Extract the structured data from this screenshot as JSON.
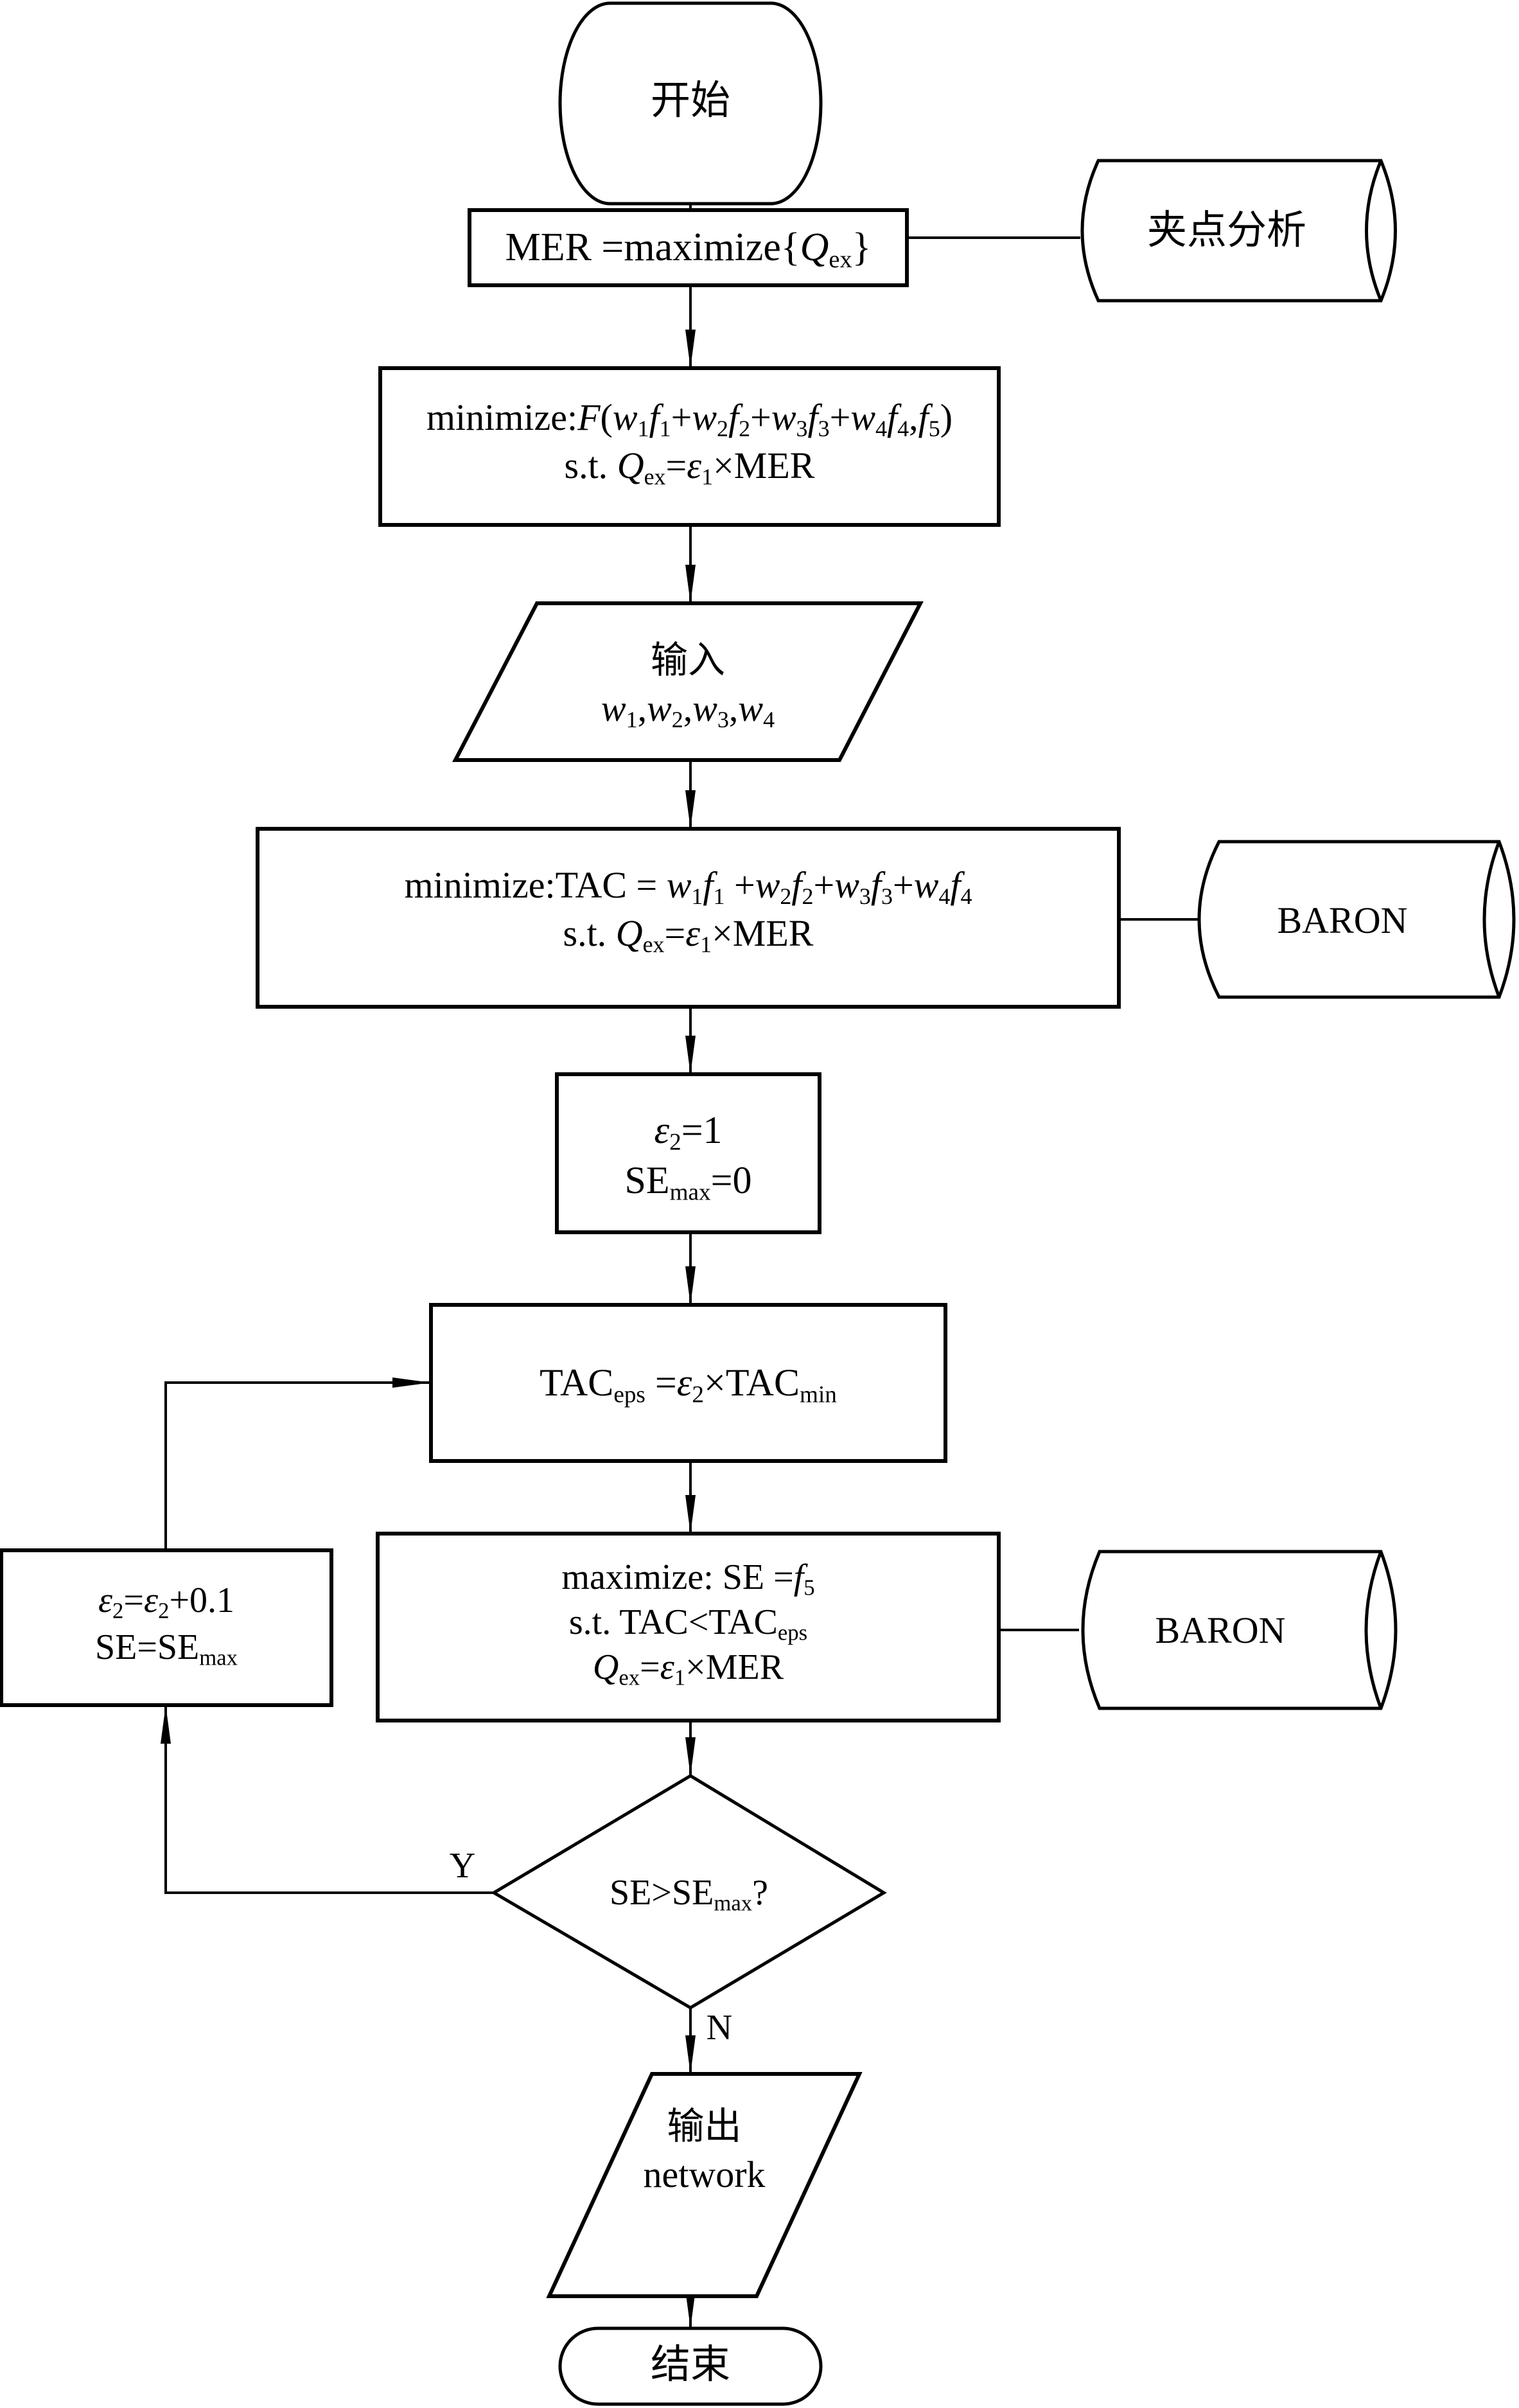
{
  "diagram": {
    "type": "flowchart",
    "nodes": {
      "start": {
        "shape": "terminator",
        "text": "开始"
      },
      "mer": {
        "shape": "process",
        "text": "MER =maximize{Qex}"
      },
      "pinch": {
        "shape": "stored-data",
        "text": "夹点分析"
      },
      "objective_f": {
        "shape": "process",
        "line1": "minimize:F(w1f1+w2f2+w3f3+w4f4,f5)",
        "line2": "s.t. Qex=ε1×MER"
      },
      "input": {
        "shape": "io",
        "line1": "输入",
        "line2": "w1,w2,w3,w4"
      },
      "tac_min": {
        "shape": "process",
        "line1": "minimize:TAC = w1f1 +w2f2+w3f3+w4f4",
        "line2": "s.t. Qex=ε1×MER"
      },
      "baron1": {
        "shape": "stored-data",
        "text": "BARON"
      },
      "init": {
        "shape": "process",
        "line1": "ε2=1",
        "line2": "SEmax=0"
      },
      "tac_eps": {
        "shape": "process",
        "text": "TACeps =ε2×TACmin"
      },
      "se_max": {
        "shape": "process",
        "line1": "maximize: SE =f5",
        "line2": "s.t. TAC<TACeps",
        "line3": "Qex=ε1×MER"
      },
      "baron2": {
        "shape": "stored-data",
        "text": "BARON"
      },
      "update": {
        "shape": "process",
        "line1": "ε2=ε2+0.1",
        "line2": "SE=SEmax"
      },
      "decision": {
        "shape": "decision",
        "text": "SE>SEmax?"
      },
      "output": {
        "shape": "io",
        "line1": "输出",
        "line2": "network"
      },
      "end": {
        "shape": "terminator",
        "text": "结束"
      }
    },
    "edge_labels": {
      "yes": "Y",
      "no": "N"
    },
    "edges": [
      [
        "start",
        "mer"
      ],
      [
        "mer",
        "pinch"
      ],
      [
        "mer",
        "objective_f"
      ],
      [
        "objective_f",
        "input"
      ],
      [
        "input",
        "tac_min"
      ],
      [
        "tac_min",
        "baron1"
      ],
      [
        "tac_min",
        "init"
      ],
      [
        "init",
        "tac_eps"
      ],
      [
        "tac_eps",
        "se_max"
      ],
      [
        "se_max",
        "baron2"
      ],
      [
        "se_max",
        "decision"
      ],
      [
        "decision",
        "update",
        "Y"
      ],
      [
        "update",
        "tac_eps"
      ],
      [
        "decision",
        "output",
        "N"
      ],
      [
        "output",
        "end"
      ]
    ]
  },
  "t": {
    "MER": "MER",
    "eq_max": " =maximize{",
    "Q": "Q",
    "ex": "ex",
    "close": "}",
    "minimize_colon": "minimize",
    "colon": ":",
    "F": "F",
    "w": "w",
    "f": "f",
    "n1": "1",
    "n2": "2",
    "n3": "3",
    "n4": "4",
    "n5": "5",
    "plus": "+",
    "comma": ",",
    "lparen": "(",
    "rparen": ")",
    "st": "s.t. ",
    "eq": "=",
    "eps": "ε",
    "times": "×",
    "TAC": "TAC",
    "eqsp": " = ",
    "eps_sub": "eps",
    "min_sub": "min",
    "max_sub": "max",
    "SE": "SE",
    "eq_one": "=1",
    "eq_zero": "=0",
    "maximize": "maximize: ",
    "SE_eq": "SE =",
    "lt": "<",
    "gt": ">",
    "q": "?",
    "plus01": "+0.1",
    "space": " "
  }
}
